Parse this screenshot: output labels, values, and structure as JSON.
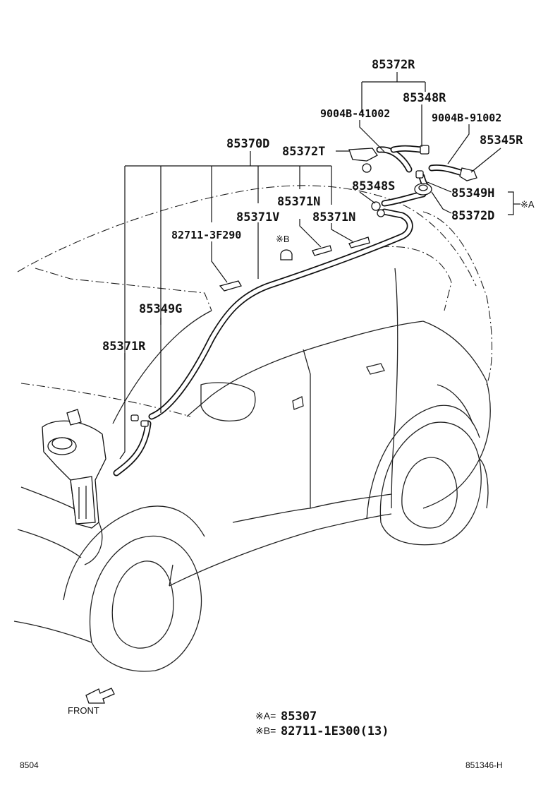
{
  "labels": {
    "p85372R": "85372R",
    "p85348R": "85348R",
    "p9004B41002": "9004B-41002",
    "p9004B91002": "9004B-91002",
    "p85345R": "85345R",
    "p85370D": "85370D",
    "p85372T": "85372T",
    "p85348S": "85348S",
    "p85349H": "85349H",
    "p85372D": "85372D",
    "markA": "※A",
    "p85371N_1": "85371N",
    "p85371V": "85371V",
    "p85371N_2": "85371N",
    "p827113F290": "82711-3F290",
    "markB": "※B",
    "p85349G": "85349G",
    "p85371R": "85371R"
  },
  "notes": {
    "a_prefix": "※A=",
    "a_value": "85307",
    "b_prefix": "※B=",
    "b_value": "82711-1E300(13)"
  },
  "direction": {
    "front": "FRONT"
  },
  "footer": {
    "left_code": "8504",
    "right_code": "851346-H"
  }
}
